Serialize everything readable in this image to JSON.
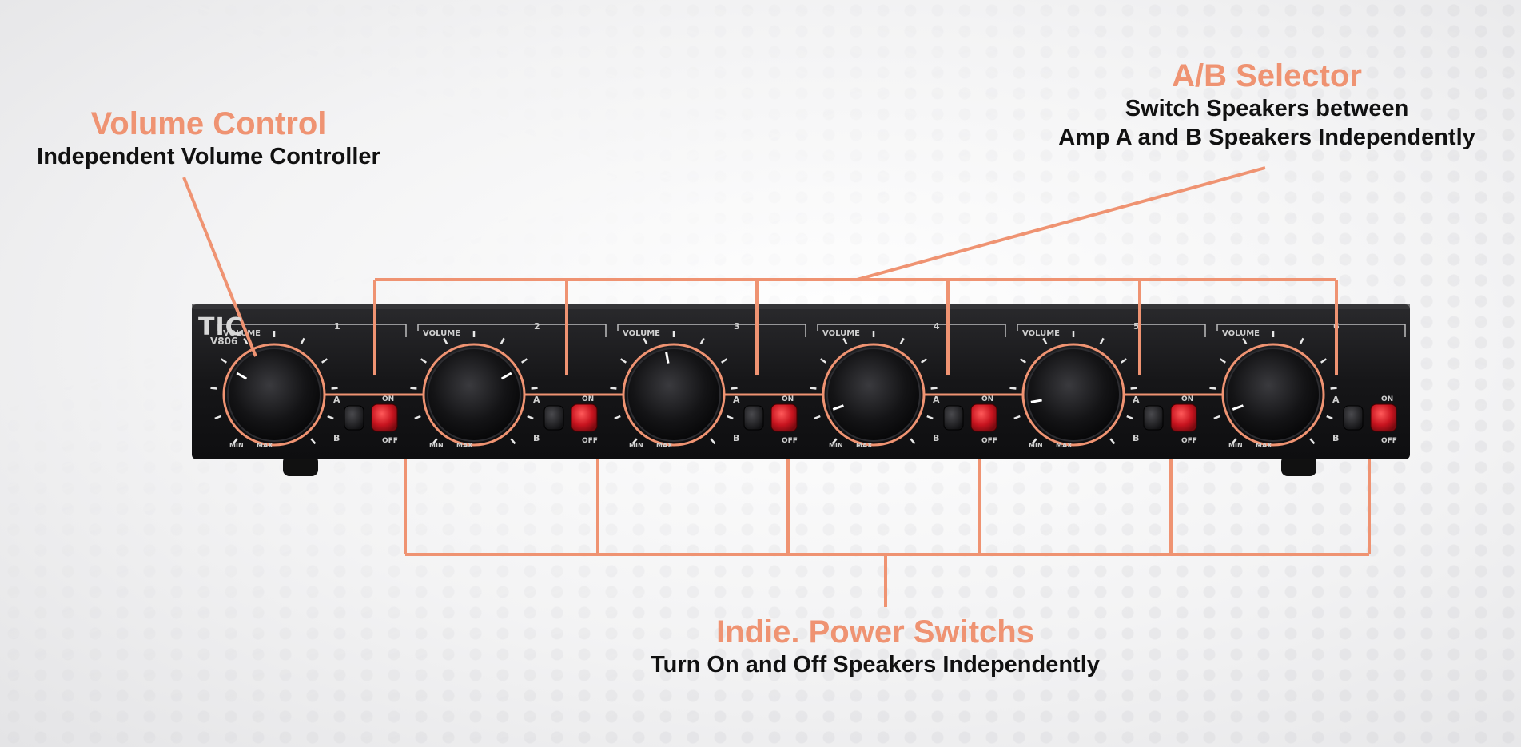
{
  "annotations": {
    "volume": {
      "title": "Volume Control",
      "subtitle": "Independent Volume Controller"
    },
    "ab": {
      "title": "A/B Selector",
      "line1": "Switch Speakers between",
      "line2": "Amp A and B Speakers Independently"
    },
    "power": {
      "title": "Indie. Power Switchs",
      "subtitle": "Turn On and Off Speakers Independently"
    }
  },
  "device": {
    "brand": "TIC",
    "model": "V806",
    "channel_label": "VOLUME",
    "min_label": "MIN",
    "max_label": "MAX",
    "a_label": "A",
    "b_label": "B",
    "on_label": "ON",
    "off_label": "OFF",
    "channels": [
      "1",
      "2",
      "3",
      "4",
      "5",
      "6"
    ]
  },
  "colors": {
    "accent": "#ef9372",
    "panel": "#1a1a1c",
    "switch_red": "#d01f2a",
    "switch_black": "#2a2a2c"
  }
}
